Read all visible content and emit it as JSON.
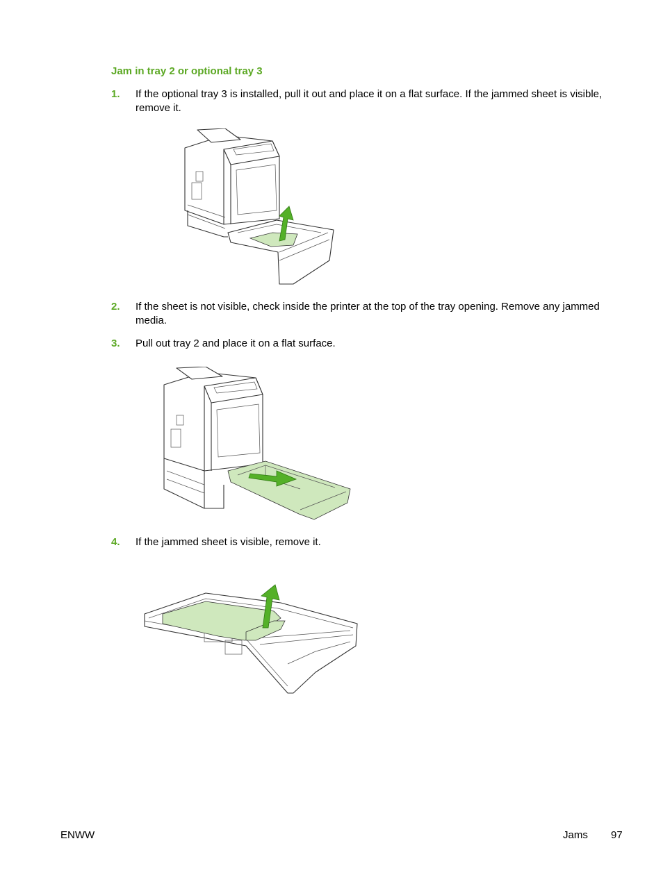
{
  "section": {
    "heading": "Jam in tray 2 or optional tray 3"
  },
  "steps": [
    {
      "number": "1.",
      "text": "If the optional tray 3 is installed, pull it out and place it on a flat surface. If the jammed sheet is visible, remove it."
    },
    {
      "number": "2.",
      "text": "If the sheet is not visible, check inside the printer at the top of the tray opening. Remove any jammed media."
    },
    {
      "number": "3.",
      "text": "Pull out tray 2 and place it on a flat surface."
    },
    {
      "number": "4.",
      "text": "If the jammed sheet is visible, remove it."
    }
  ],
  "footer": {
    "left": "ENWW",
    "section": "Jams",
    "page": "97"
  },
  "colors": {
    "accent": "#5ba823",
    "paper": "#cfe8bd",
    "arrow": "#54b028"
  }
}
